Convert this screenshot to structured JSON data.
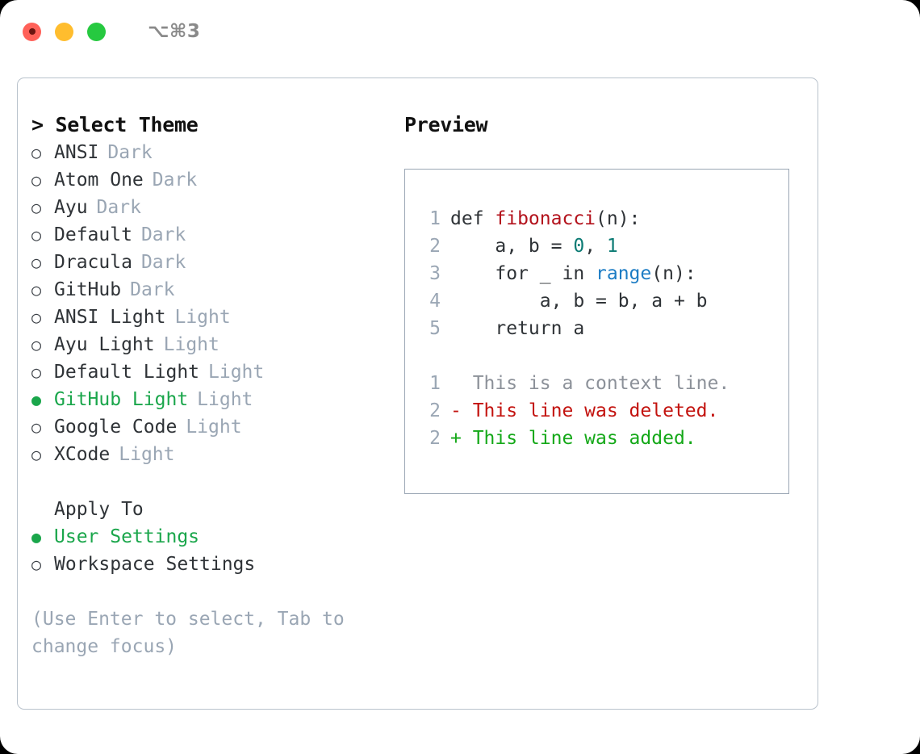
{
  "titlebar": {
    "shortcut": "⌥⌘3",
    "buttons": [
      "close",
      "minimize",
      "maximize"
    ]
  },
  "left": {
    "header": "> Select Theme",
    "themes": [
      {
        "bullet": "○",
        "label": "ANSI",
        "variant": "Dark",
        "selected": false
      },
      {
        "bullet": "○",
        "label": "Atom One",
        "variant": "Dark",
        "selected": false
      },
      {
        "bullet": "○",
        "label": "Ayu",
        "variant": "Dark",
        "selected": false
      },
      {
        "bullet": "○",
        "label": "Default",
        "variant": "Dark",
        "selected": false
      },
      {
        "bullet": "○",
        "label": "Dracula",
        "variant": "Dark",
        "selected": false
      },
      {
        "bullet": "○",
        "label": "GitHub",
        "variant": "Dark",
        "selected": false
      },
      {
        "bullet": "○",
        "label": "ANSI Light",
        "variant": "Light",
        "selected": false
      },
      {
        "bullet": "○",
        "label": "Ayu Light",
        "variant": "Light",
        "selected": false
      },
      {
        "bullet": "○",
        "label": "Default Light",
        "variant": "Light",
        "selected": false
      },
      {
        "bullet": "●",
        "label": "GitHub Light",
        "variant": "Light",
        "selected": true
      },
      {
        "bullet": "○",
        "label": "Google Code",
        "variant": "Light",
        "selected": false
      },
      {
        "bullet": "○",
        "label": "XCode",
        "variant": "Light",
        "selected": false
      }
    ],
    "apply_to_label": "Apply To",
    "apply_to_options": [
      {
        "bullet": "●",
        "label": "User Settings",
        "selected": true
      },
      {
        "bullet": "○",
        "label": "Workspace Settings",
        "selected": false
      }
    ],
    "hint": "(Use Enter to select, Tab to change focus)"
  },
  "preview": {
    "header": "Preview",
    "code_lines": [
      {
        "no": "1",
        "segments": [
          {
            "t": "def ",
            "k": "plain"
          },
          {
            "t": "fibonacci",
            "k": "fn"
          },
          {
            "t": "(n):",
            "k": "plain"
          }
        ]
      },
      {
        "no": "2",
        "segments": [
          {
            "t": "    a, b = ",
            "k": "plain"
          },
          {
            "t": "0",
            "k": "num"
          },
          {
            "t": ", ",
            "k": "plain"
          },
          {
            "t": "1",
            "k": "num"
          }
        ]
      },
      {
        "no": "3",
        "segments": [
          {
            "t": "    for _ in ",
            "k": "plain"
          },
          {
            "t": "range",
            "k": "bi"
          },
          {
            "t": "(n):",
            "k": "plain"
          }
        ]
      },
      {
        "no": "4",
        "segments": [
          {
            "t": "        a, b = b, a + b",
            "k": "plain"
          }
        ]
      },
      {
        "no": "5",
        "segments": [
          {
            "t": "    return a",
            "k": "plain"
          }
        ]
      }
    ],
    "diff_lines": [
      {
        "no": "1",
        "text": "  This is a context line.",
        "kind": "ctx"
      },
      {
        "no": "2",
        "text": "- This line was deleted.",
        "kind": "del"
      },
      {
        "no": "2",
        "text": "+ This line was added.",
        "kind": "add"
      }
    ]
  },
  "colors": {
    "accent_green": "#1aa64b",
    "muted": "#9aa6b4",
    "text": "#2f3337",
    "border": "#b9c2cc",
    "preview_border": "#9aa6b4",
    "diff_add": "#14a818",
    "diff_del": "#c3130f",
    "diff_ctx": "#8c9199",
    "token_function": "#b3121c",
    "token_number": "#0c7b74",
    "token_builtin": "#1c7cc4",
    "light_close": "#ff6159",
    "light_min": "#ffbd2e",
    "light_max": "#26c940"
  }
}
